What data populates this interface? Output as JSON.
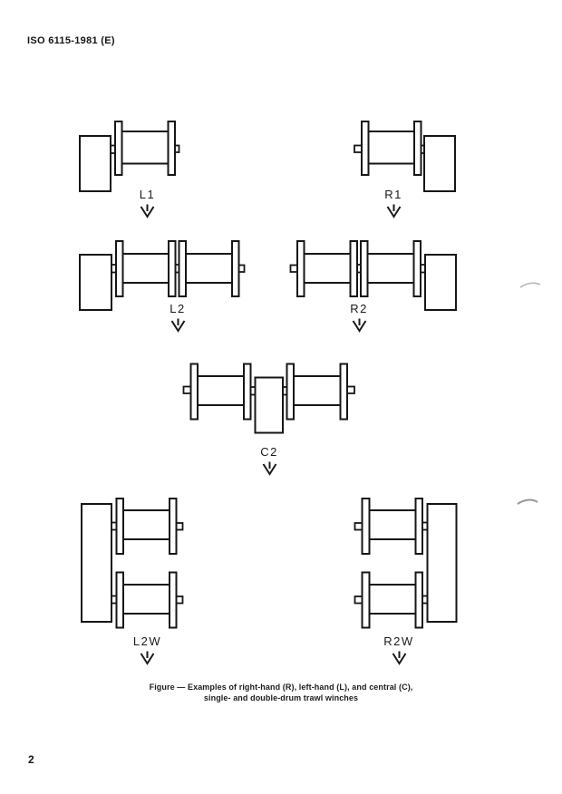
{
  "page": {
    "header_title": "ISO 6115-1981 (E)",
    "page_number": "2"
  },
  "figure": {
    "caption_line1": "Figure — Examples of right-hand (R), left-hand (L), and central (C),",
    "caption_line2": "single- and double-drum trawl winches"
  },
  "winches": [
    {
      "label": "L1"
    },
    {
      "label": "R1"
    },
    {
      "label": "L2"
    },
    {
      "label": "R2"
    },
    {
      "label": "C2"
    },
    {
      "label": "L2W"
    },
    {
      "label": "R2W"
    }
  ],
  "icons": {
    "direction_mark": "open V with centre tick (∀-like)"
  },
  "colors": {
    "ink": "#161616",
    "paper": "#ffffff",
    "artifact_gray": "#8f8f8f"
  }
}
